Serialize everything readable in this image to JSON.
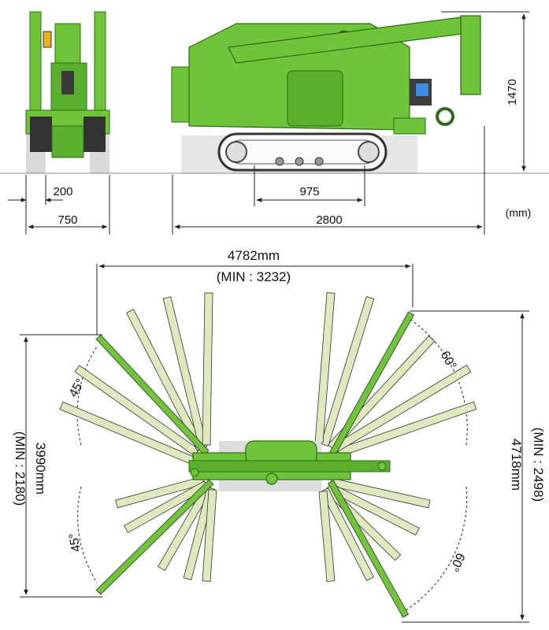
{
  "colors": {
    "green": "#6fc43a",
    "green_dark": "#3c8a1f",
    "pale": "#dfe8bf",
    "dark_arm": "#4a4a4a",
    "line": "#222222",
    "ground_shadow": "#d6d6d6"
  },
  "top_view": {
    "dim_200": "200",
    "dim_750": "750",
    "dim_975": "975",
    "dim_2800": "2800",
    "dim_1470": "1470",
    "unit": "(mm)"
  },
  "plan_view": {
    "width_label": "4782mm",
    "width_min_label": "(MIN : 3232)",
    "left_height_label": "3990mm",
    "left_height_min_label": "(MIN : 2180)",
    "right_height_label": "4718mm",
    "right_height_min_label": "(MIN : 2498)",
    "angle_front_left": "45°",
    "angle_front_right": "60°",
    "angle_rear_left": "45°",
    "angle_rear_right": "60°"
  }
}
